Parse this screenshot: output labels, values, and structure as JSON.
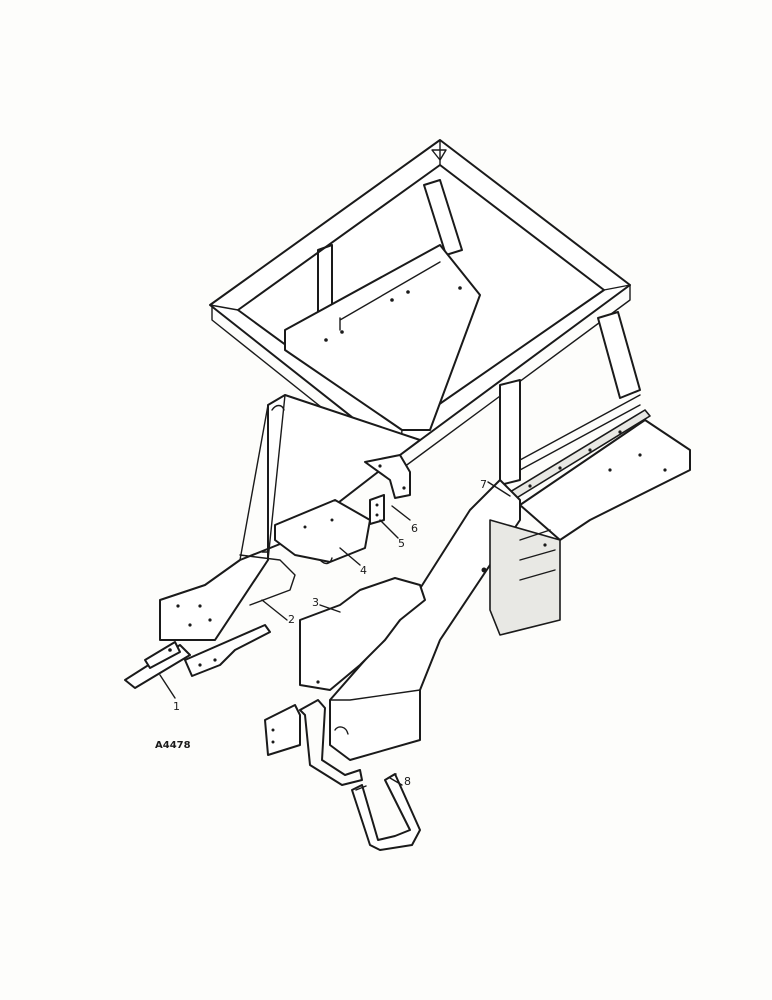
{
  "diagram": {
    "reference_code": "A4478",
    "callouts": [
      "1",
      "2",
      "3",
      "4",
      "5",
      "6",
      "7",
      "8"
    ]
  }
}
